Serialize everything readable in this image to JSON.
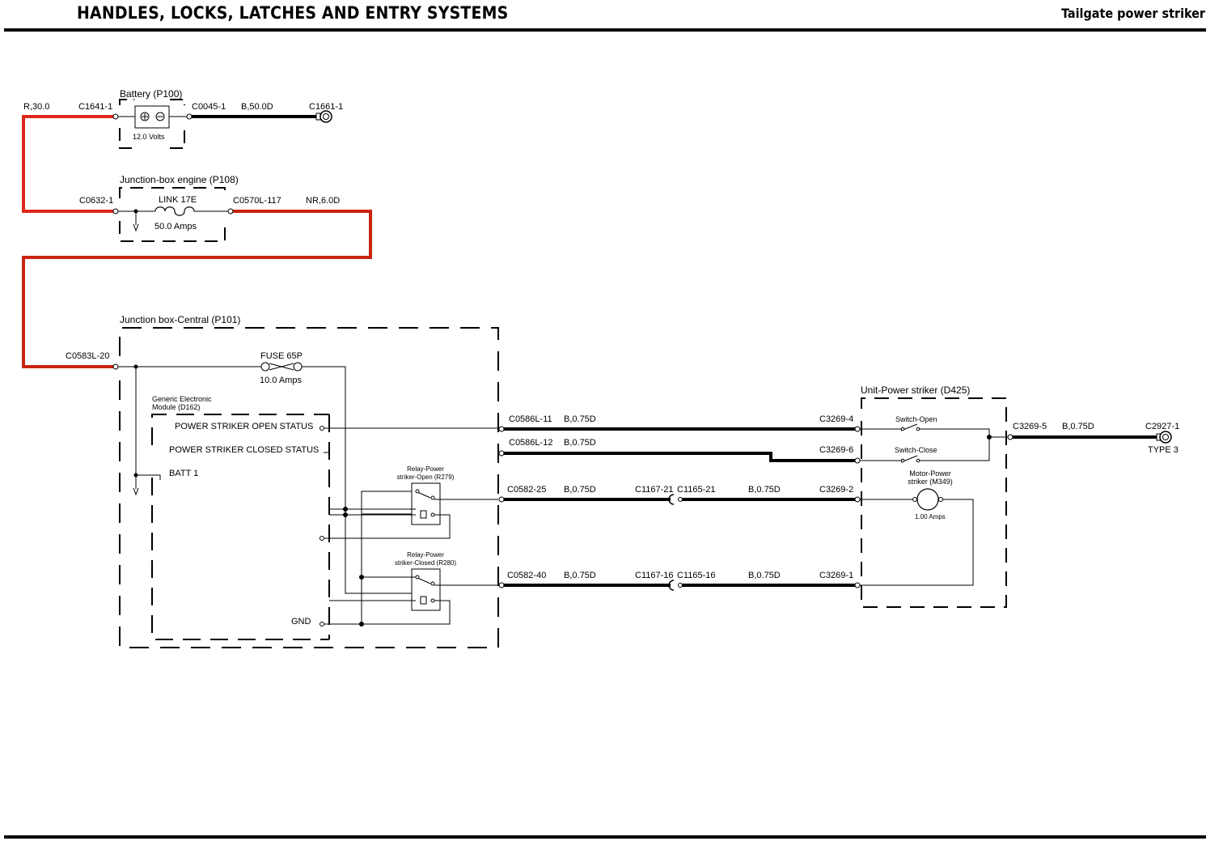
{
  "header": {
    "title": "HANDLES, LOCKS, LATCHES AND ENTRY SYSTEMS",
    "subtitle": "Tailgate power striker"
  },
  "colors": {
    "power_wire": "#e0261d",
    "power_wire_dark": "#b5260f",
    "ground_wire": "#000000"
  },
  "components": {
    "battery": {
      "title": "Battery (P100)",
      "rating": "12.0 Volts"
    },
    "jb_engine": {
      "title": "Junction-box engine (P108)",
      "link": "LINK 17E",
      "rating": "50.0 Amps"
    },
    "jb_central": {
      "title": "Junction box-Central (P101)",
      "fuse": "FUSE 65P",
      "fuse_rating": "10.0 Amps"
    },
    "gem": {
      "title_line1": "Generic Electronic",
      "title_line2": "Module (D162)",
      "pin_open_status": "POWER STRIKER OPEN STATUS",
      "pin_closed_status": "POWER STRIKER CLOSED STATUS",
      "pin_batt": "BATT 1",
      "pin_gnd": "GND"
    },
    "relay_open": {
      "line1": "Relay-Power",
      "line2": "striker-Open (R279)"
    },
    "relay_closed": {
      "line1": "Relay-Power",
      "line2": "striker-Closed (R280)"
    },
    "striker_unit": {
      "title": "Unit-Power striker (D425)",
      "switch_open": "Switch-Open",
      "switch_close": "Switch-Close",
      "motor_line1": "Motor-Power",
      "motor_line2": "striker (M349)",
      "motor_rating": "1.00 Amps"
    }
  },
  "connectors": {
    "r300": "R,30.0",
    "c1641": "C1641-1",
    "c0045": "C0045-1",
    "b500": "B,50.0D",
    "c1661": "C1661-1",
    "c0632": "C0632-1",
    "c0570": "C0570L-117",
    "nr60": "NR,6.0D",
    "c0583": "C0583L-20",
    "c0586_11": "C0586L-11",
    "c0586_12": "C0586L-12",
    "c0582_25": "C0582-25",
    "c0582_40": "C0582-40",
    "b075": "B,0.75D",
    "c1167_21": "C1167-21",
    "c1165_21": "C1165-21",
    "c1167_16": "C1167-16",
    "c1165_16": "C1165-16",
    "c3269_4": "C3269-4",
    "c3269_6": "C3269-6",
    "c3269_2": "C3269-2",
    "c3269_1": "C3269-1",
    "c3269_5": "C3269-5",
    "c2927": "C2927-1",
    "type3": "TYPE 3"
  }
}
